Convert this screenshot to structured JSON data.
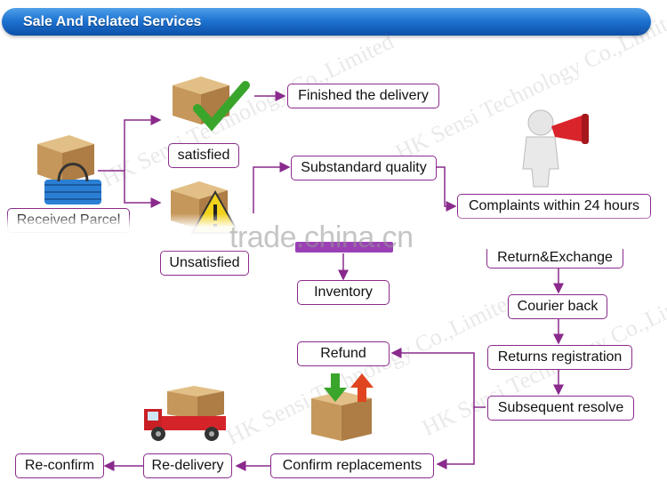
{
  "header": {
    "title": "Sale And Related Services"
  },
  "watermark": {
    "text": "HK Sensi Technology Co.,Limited",
    "overlay": "trade.china.cn"
  },
  "boxes": {
    "received_parcel": "Received Parcel",
    "satisfied": "satisfied",
    "unsatisfied": "Unsatisfied",
    "finished_delivery": "Finished the delivery",
    "substandard_quality": "Substandard quality",
    "complaints": "Complaints within 24 hours",
    "return_exchange": "Return&Exchange",
    "inventory": "Inventory",
    "courier_back": "Courier back",
    "returns_registration": "Returns registration",
    "refund": "Refund",
    "subsequent_resolve": "Subsequent resolve",
    "confirm_replacements": "Confirm  replacements",
    "re_delivery": "Re-delivery",
    "re_confirm": "Re-confirm"
  },
  "colors": {
    "accent": "#8a2a8c",
    "header": "#1f74d2",
    "check": "#3aa52b",
    "box": "#c89a5e"
  }
}
